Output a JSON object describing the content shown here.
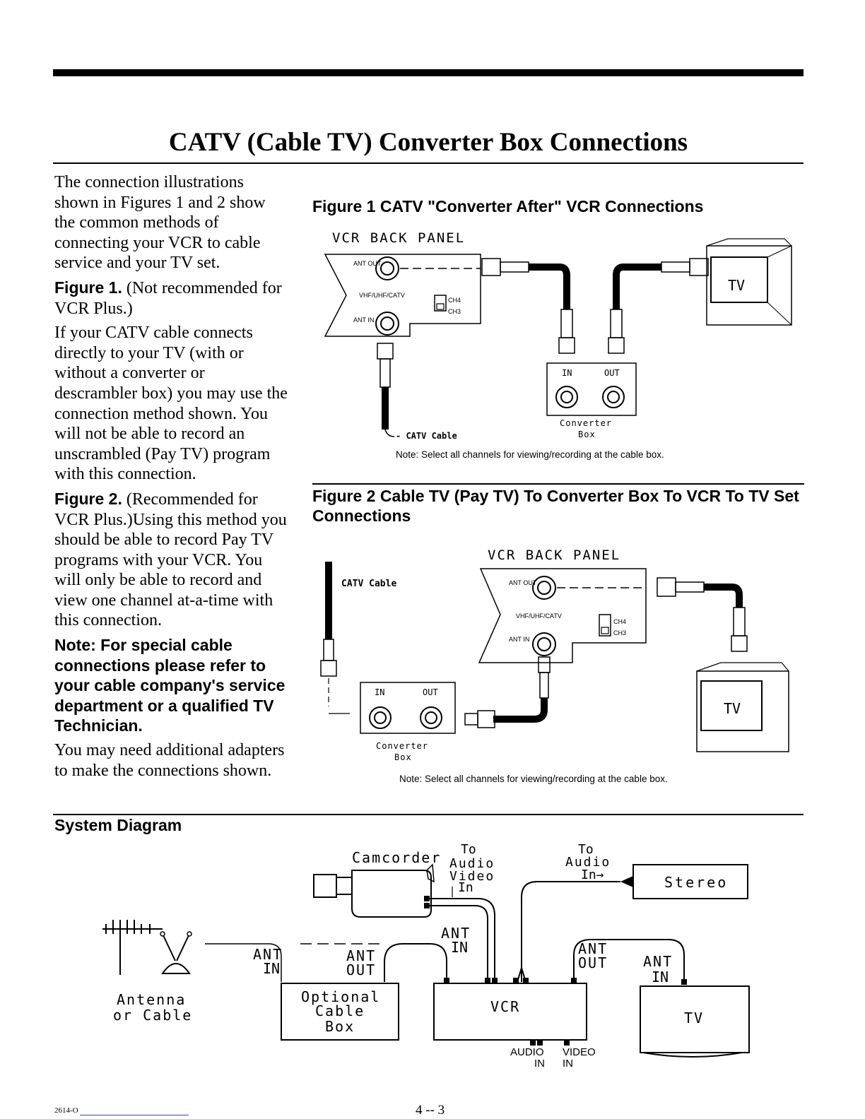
{
  "page": {
    "title": "CATV (Cable TV) Converter Box Connections",
    "footer_code": "2614-O",
    "page_number": "4 -- 3"
  },
  "left_column": {
    "intro": "The connection illustrations shown in Figures 1 and 2 show the common methods of connecting your VCR to cable service and your TV set.",
    "fig1_label": "Figure 1.",
    "fig1_rest": " (Not recommended for VCR Plus.)",
    "fig1_desc": "If your CATV cable connects directly to your TV (with or without a converter or descrambler box) you may use the connection method shown. You will not be able to record an unscrambled (Pay TV) program with this connection.",
    "fig2_label": "Figure 2.",
    "fig2_rest": " (Recommended for VCR Plus.)Using this method you should be able to record Pay TV programs with your VCR. You will only be able to record and view one channel at-a-time with this connection.",
    "note_bold": "Note: For special cable connections please refer to your cable company's service department or a qualified TV Technician.",
    "adapters": "You may need additional adapters to make the connections shown."
  },
  "figure1": {
    "title": "Figure 1 CATV \"Converter After\" VCR Connections",
    "panel_label": "VCR BACK PANEL",
    "ant_out": "ANT OUT",
    "switch_label": "VHF/UHF/CATV",
    "ch4": "CH4",
    "ch3": "CH3",
    "ant_in": "ANT IN",
    "tv": "TV",
    "in": "IN",
    "out": "OUT",
    "converter_line1": "Converter",
    "converter_line2": "Box",
    "catv_cable": "- CATV Cable",
    "note": "Note: Select all channels for viewing/recording at the cable box."
  },
  "figure2": {
    "title": "Figure 2 Cable TV (Pay TV) To Converter Box To VCR To TV Set Connections",
    "panel_label": "VCR BACK PANEL",
    "catv_cable": "CATV Cable",
    "ant_out": "ANT OUT",
    "switch_label": "VHF/UHF/CATV",
    "ch4": "CH4",
    "ch3": "CH3",
    "ant_in": "ANT IN",
    "in": "IN",
    "out": "OUT",
    "tv": "TV",
    "converter_line1": "Converter",
    "converter_line2": "Box",
    "note": "Note: Select all channels for viewing/recording at the cable box."
  },
  "system_diagram": {
    "title": "System Diagram",
    "camcorder": "Camcorder",
    "to_av": [
      "To",
      "Audio",
      "Video",
      "In"
    ],
    "to_audio": [
      "To",
      "Audio",
      "In→"
    ],
    "stereo": "Stereo",
    "antenna": [
      "Antenna",
      "or Cable"
    ],
    "ant_in_box": [
      "ANT",
      "IN"
    ],
    "ant_out_box": [
      "ANT",
      "OUT"
    ],
    "optional_box": [
      "Optional",
      "Cable",
      "Box"
    ],
    "vcr_ant_in": [
      "ANT",
      "IN"
    ],
    "vcr": "VCR",
    "vcr_ant_out": [
      "ANT",
      "OUT"
    ],
    "tv_ant_in": [
      "ANT",
      "IN"
    ],
    "tv": "TV",
    "audio_in": [
      "AUDIO",
      "IN"
    ],
    "video_in": [
      "VIDEO",
      "IN"
    ]
  }
}
